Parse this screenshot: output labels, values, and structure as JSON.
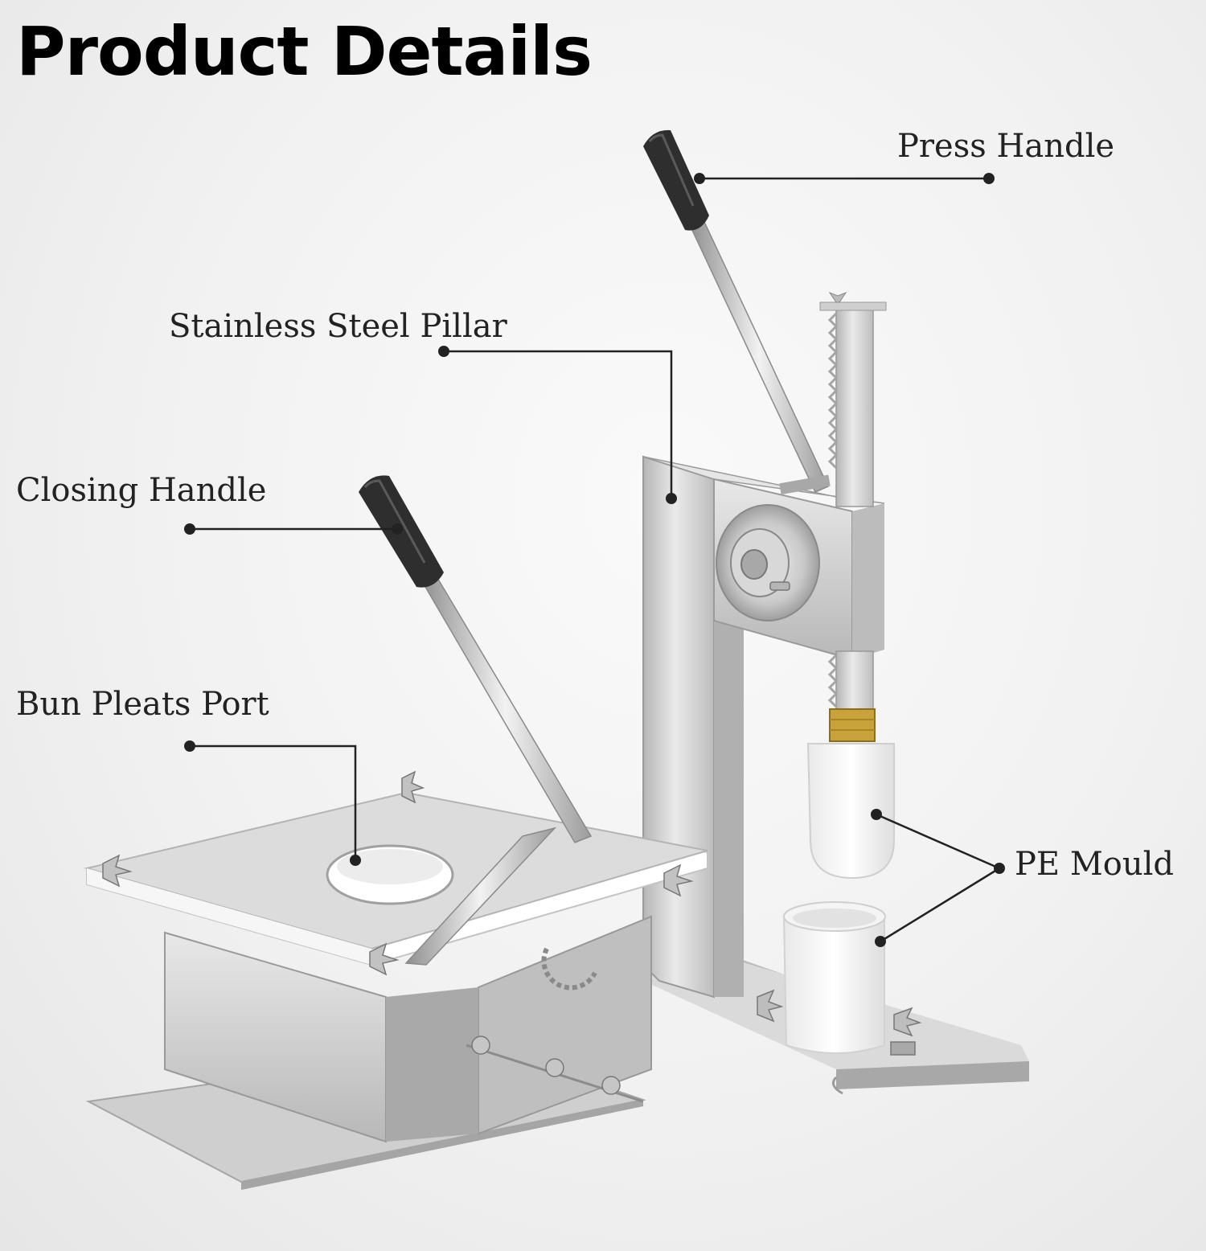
{
  "title": "Product Details",
  "callouts": {
    "press_handle": "Press Handle",
    "stainless_steel_pillar": "Stainless Steel Pillar",
    "closing_handle": "Closing Handle",
    "bun_pleats_port": "Bun Pleats Port",
    "pe_mould": "PE Mould"
  },
  "colors": {
    "steel_light": "#e4e4e4",
    "steel_mid": "#c6c6c6",
    "steel_dark": "#9a9a9a",
    "knob": "#2e2e2e",
    "leader_line": "#222222",
    "mould_white": "#f7f7f7",
    "brass": "#c8a23a"
  }
}
